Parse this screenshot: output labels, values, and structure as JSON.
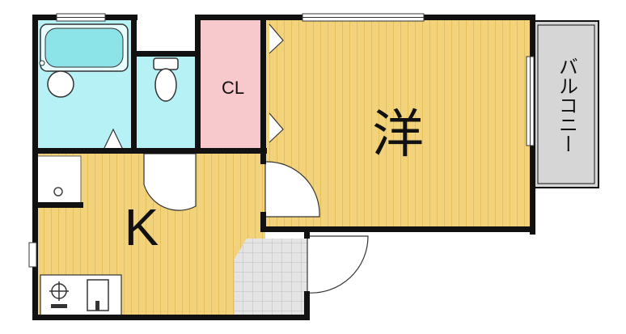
{
  "rooms": {
    "western_room": {
      "label": "洋"
    },
    "kitchen": {
      "label": "K"
    },
    "closet": {
      "label": "CL"
    },
    "balcony": {
      "label": "バルコニー"
    }
  },
  "colors": {
    "wall": "#111111",
    "floor_wood": "#f2d27a",
    "floor_stripe": "#e4bf5c",
    "wet_area": "#b6f2f5",
    "closet": "#f7c9cc",
    "balcony": "#d6d6d6",
    "entrance_tile": "#e4e4e4"
  }
}
